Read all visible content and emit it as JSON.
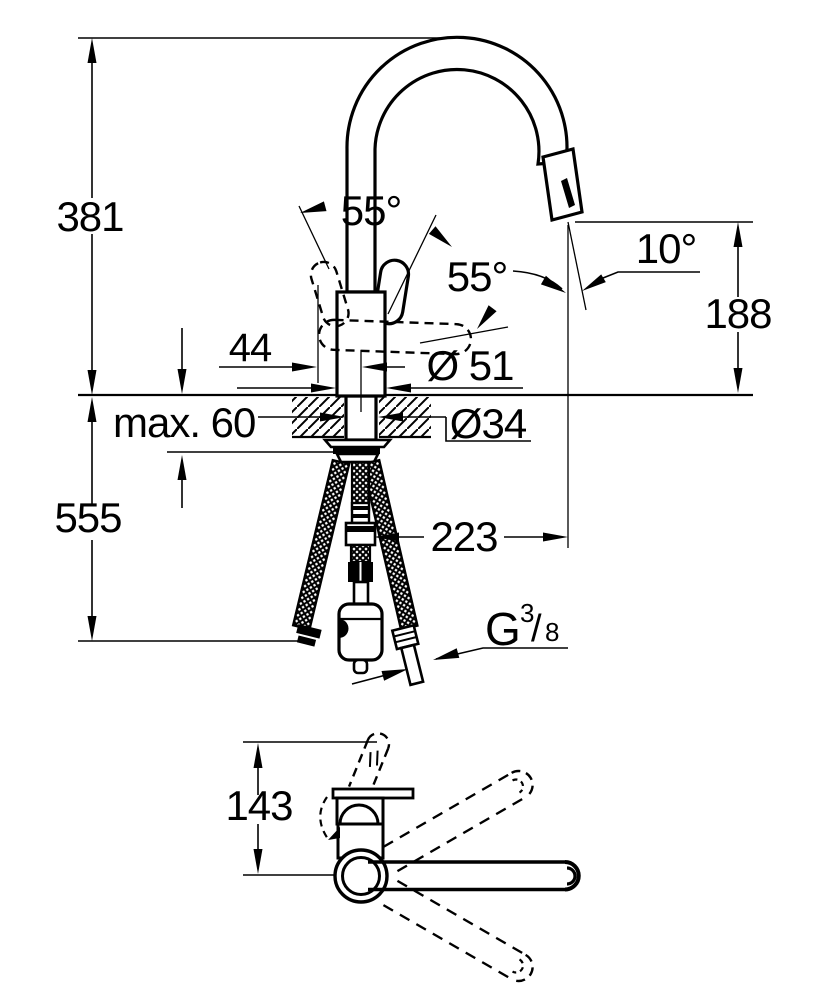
{
  "meta": {
    "type": "technical-dimension-drawing",
    "subject": "kitchen sink mixer tap with pull-out spray, side elevation with installation dimensions and top view",
    "units": "mm",
    "line_color": "#000000",
    "background_color": "#ffffff"
  },
  "labels": {
    "overall_height": "381",
    "outlet_height": "188",
    "handle_angle_left": "55°",
    "handle_angle_open": "55°",
    "spout_end_angle": "10°",
    "handle_offset": "44",
    "body_diameter": "Ø 51",
    "hole_diameter": "Ø34",
    "max_counter_thickness": "max. 60",
    "hose_length_below": "555",
    "spout_reach": "223",
    "top_view_depth": "143",
    "thread": {
      "letter": "G",
      "numerator": "3",
      "slash": "/",
      "denominator": "8"
    }
  }
}
